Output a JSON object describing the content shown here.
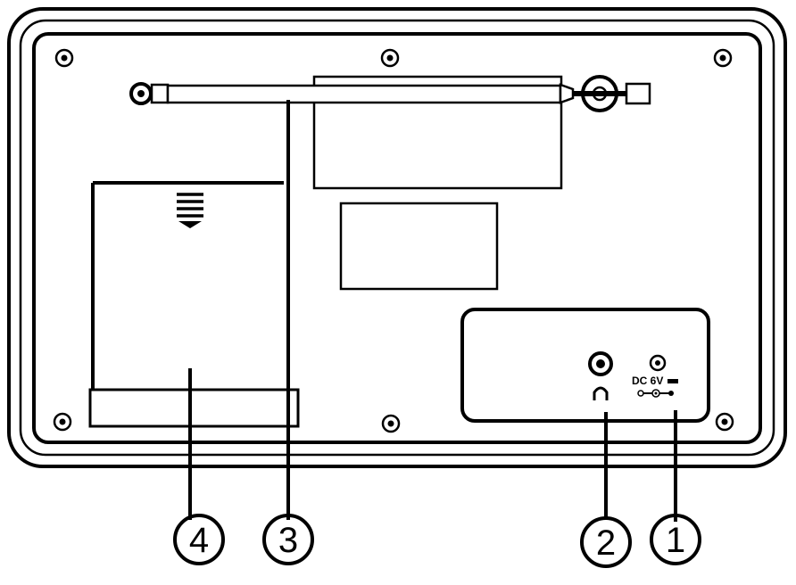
{
  "labels": {
    "dc_input": "DC 6V",
    "callouts": [
      "1",
      "2",
      "3",
      "4"
    ]
  },
  "parts": {
    "callout_1": "dc-power-input",
    "callout_2": "headphone-jack",
    "callout_3": "telescopic-antenna",
    "callout_4": "battery-compartment"
  },
  "colors": {
    "stroke": "#000000",
    "background": "#ffffff"
  }
}
